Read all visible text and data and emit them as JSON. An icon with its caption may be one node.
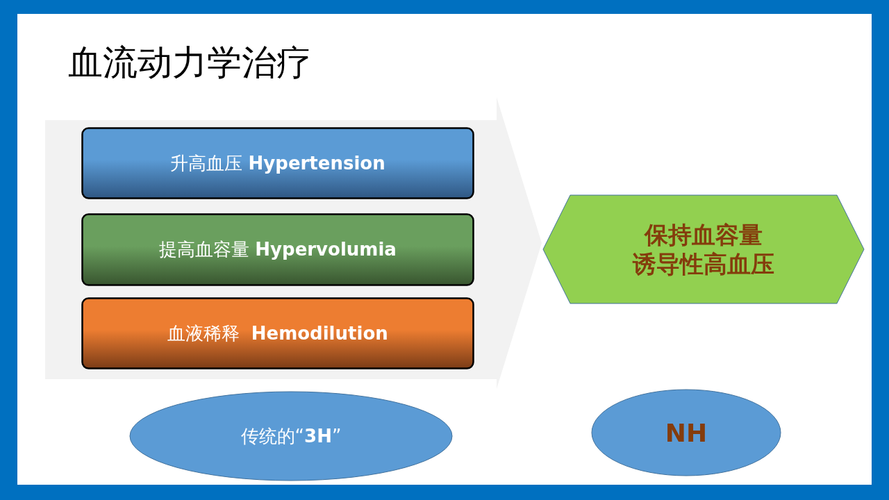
{
  "diagram": {
    "title": "血流动力学治疗",
    "nodes": [
      {
        "text": [],
        "shape": "arrow"
      },
      {
        "text": [
          "升高血压 **Hypertension**"
        ],
        "in": 0
      },
      {
        "text": [
          "提高血容量 **Hypervolumia**"
        ],
        "in": 0
      },
      {
        "text": [
          "血液稀释  **Hemodilution**"
        ],
        "in": 0
      },
      {
        "text": [
          "保持血容量",
          "诱导性高血压"
        ]
      },
      {
        "text": [
          "传统的“**3H**”"
        ]
      },
      {
        "text": [
          "NH"
        ]
      }
    ]
  }
}
